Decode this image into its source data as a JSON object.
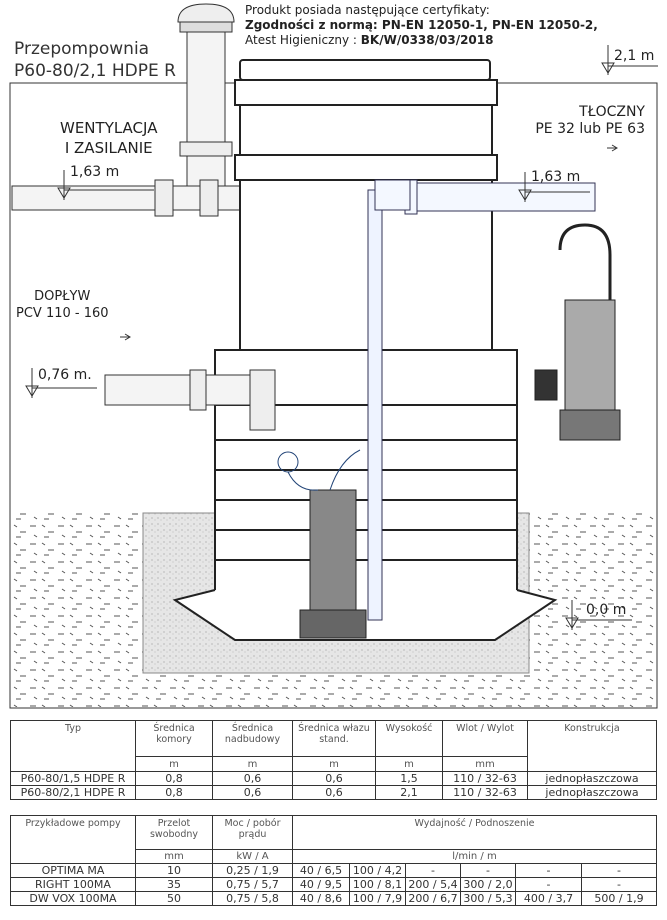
{
  "certificate": {
    "line1": "Produkt posiada następujące certyfikaty:",
    "line2": "Zgodności z normą: PN-EN 12050-1, PN-EN 12050-2,",
    "line3_prefix": "Atest Higieniczny : ",
    "line3_value": "BK/W/0338/03/2018"
  },
  "title": {
    "line1": "Przepompownia",
    "line2": "P60-80/2,1 HDPE R"
  },
  "labels": {
    "ventilation1": "WENTYLACJA",
    "ventilation2": "I ZASILANIE",
    "level_vent": "1,63 m",
    "discharge1": "TŁOCZNY",
    "discharge2": "PE 32 lub PE 63",
    "level_discharge": "1,63 m",
    "inlet1": "DOPŁYW",
    "inlet2": "PCV 110 - 160",
    "level_inlet": "0,76 m.",
    "level_bottom": "0,0 m",
    "level_top": "2,1 m"
  },
  "table1": {
    "headers": [
      "Typ",
      "Średnica komory",
      "Średnica nadbudowy",
      "Średnica włazu stand.",
      "Wysokość",
      "Wlot / Wylot",
      "Konstrukcja"
    ],
    "units": [
      "m",
      "m",
      "m",
      "m",
      "mm"
    ],
    "rows": [
      [
        "P60-80/1,5 HDPE R",
        "0,8",
        "0,6",
        "0,6",
        "1,5",
        "110 / 32-63",
        "jednopłaszczowa"
      ],
      [
        "P60-80/2,1 HDPE R",
        "0,8",
        "0,6",
        "0,6",
        "2,1",
        "110 / 32-63",
        "jednopłaszczowa"
      ]
    ]
  },
  "table2": {
    "headers": [
      "Przykładowe pompy",
      "Przelot swobodny",
      "Moc / pobór prądu",
      "Wydajność / Podnoszenie"
    ],
    "units": [
      "mm",
      "kW / A",
      "l/min / m"
    ],
    "rows": [
      [
        "OPTIMA MA",
        "10",
        "0,25 / 1,9",
        "40 / 6,5",
        "100 / 4,2",
        "-",
        "-",
        "-",
        "-"
      ],
      [
        "RIGHT 100MA",
        "35",
        "0,75 / 5,7",
        "40 / 9,5",
        "100 / 8,1",
        "200 / 5,4",
        "300 / 2,0",
        "-",
        "-"
      ],
      [
        "DW VOX 100MA",
        "50",
        "0,75 / 5,8",
        "40 / 8,6",
        "100 / 7,9",
        "200 / 6,7",
        "300 / 5,3",
        "400 / 3,7",
        "500 / 1,9"
      ]
    ]
  }
}
